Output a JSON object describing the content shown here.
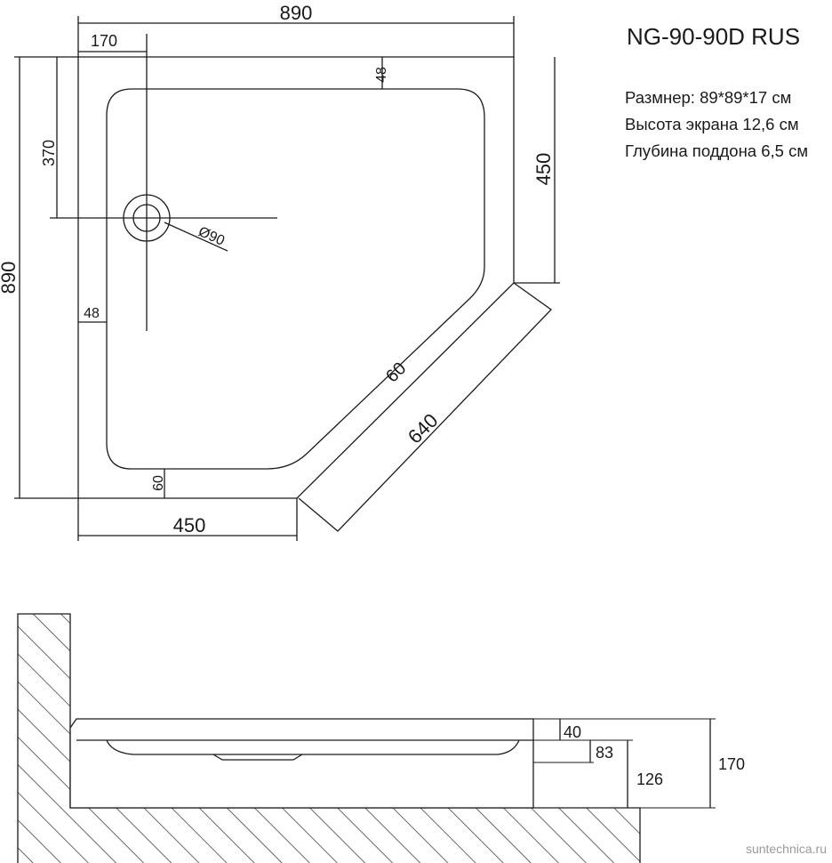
{
  "model": "NG-90-90D RUS",
  "specs": [
    "Размнер: 89*89*17 см",
    "Высота экрана 12,6 см",
    "Глубина поддона 6,5 см"
  ],
  "plan_dims": {
    "width_top": "890",
    "height_left": "890",
    "drain_offset_x": "170",
    "drain_offset_y": "370",
    "rim_top": "48",
    "rim_left": "48",
    "rim_bottom": "60",
    "rim_diagonal": "60",
    "side_right": "450",
    "side_bottom": "450",
    "diagonal": "640",
    "drain_diameter": "Ø90"
  },
  "section_dims": {
    "rim_height": "40",
    "inner_depth": "83",
    "screen_height": "126",
    "total_height": "170"
  },
  "watermark": "suntechnica.ru",
  "colors": {
    "line": "#1a1a1a",
    "hatch": "#444444",
    "watermark": "#9a9a9a"
  }
}
